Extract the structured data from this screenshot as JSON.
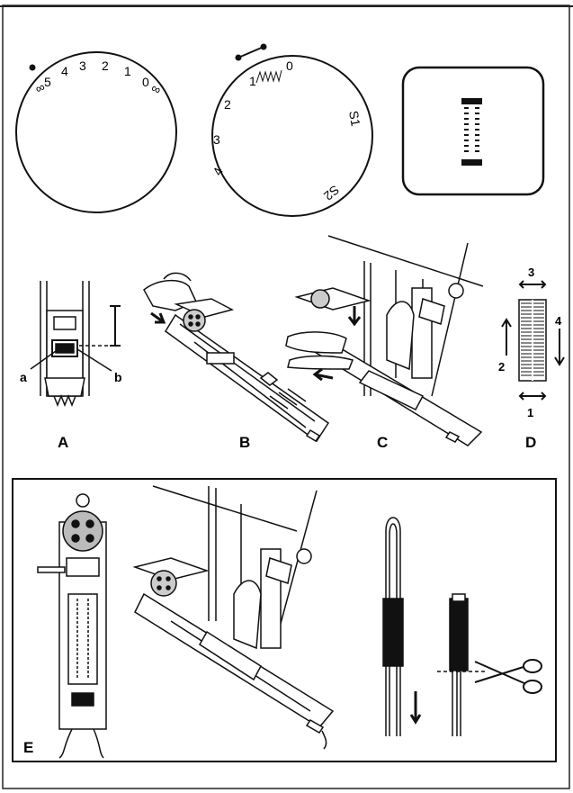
{
  "dial_stitch_width": {
    "numbers": [
      "5",
      "4",
      "3",
      "2",
      "1",
      "0"
    ],
    "end_symbol": "∞"
  },
  "dial_stitch_length": {
    "numbers": [
      "1",
      "0",
      "2",
      "3",
      "4"
    ],
    "special": [
      "S1",
      "S2"
    ]
  },
  "figure_labels": {
    "a": "A",
    "b": "B",
    "c": "C",
    "d": "D",
    "e": "E"
  },
  "part_labels": {
    "a_small": "a",
    "b_small": "b"
  },
  "sequence_labels": [
    "1",
    "2",
    "3",
    "4"
  ]
}
